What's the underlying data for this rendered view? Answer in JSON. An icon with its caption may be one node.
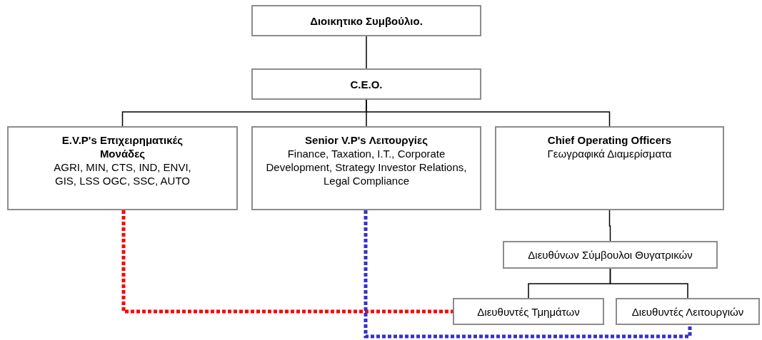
{
  "diagram": {
    "nodes": [
      {
        "text": [
          "Διοικητικο Συμβούλιο."
        ]
      },
      {
        "text": [
          "C.E.O."
        ]
      },
      {
        "text": [
          "E.V.P's Επιχειρηματικές Μονάδες",
          "AGRI, MIN, CTS, IND, ENVI, GIS, LSS OGC, SSC, AUTO"
        ]
      },
      {
        "text": [
          "Senior V.P's Λειτουργίες",
          "Finance, Taxation, I.T., Corporate Development, Strategy Investor Relations, Legal Compliance"
        ]
      },
      {
        "text": [
          "Chief Operating Officers",
          "Γεωγραφικά Διαμερίσματα"
        ]
      },
      {
        "text": [
          "Διευθύνων Σύμβουλοι Θυγατρικών"
        ]
      },
      {
        "text": [
          "Διευθυντές Τμημάτων"
        ]
      },
      {
        "text": [
          "Διευθυντές Λειτουργιών"
        ]
      }
    ],
    "edges": [
      {
        "from": 0,
        "to": 1,
        "arrow": "none"
      },
      {
        "from": 1,
        "to": 2,
        "arrow": "none"
      },
      {
        "from": 1,
        "to": 3,
        "arrow": "none"
      },
      {
        "from": 1,
        "to": 4,
        "arrow": "none"
      },
      {
        "from": 4,
        "to": 5,
        "arrow": "none"
      },
      {
        "from": 5,
        "to": 6,
        "arrow": "none"
      },
      {
        "from": 5,
        "to": 7,
        "arrow": "none"
      },
      {
        "from": 2,
        "to": 6,
        "arrow": "none",
        "style": "dashed",
        "color": "#ff0000"
      },
      {
        "from": 3,
        "to": 7,
        "arrow": "none",
        "style": "dashed",
        "color": "#3333cc"
      }
    ]
  }
}
